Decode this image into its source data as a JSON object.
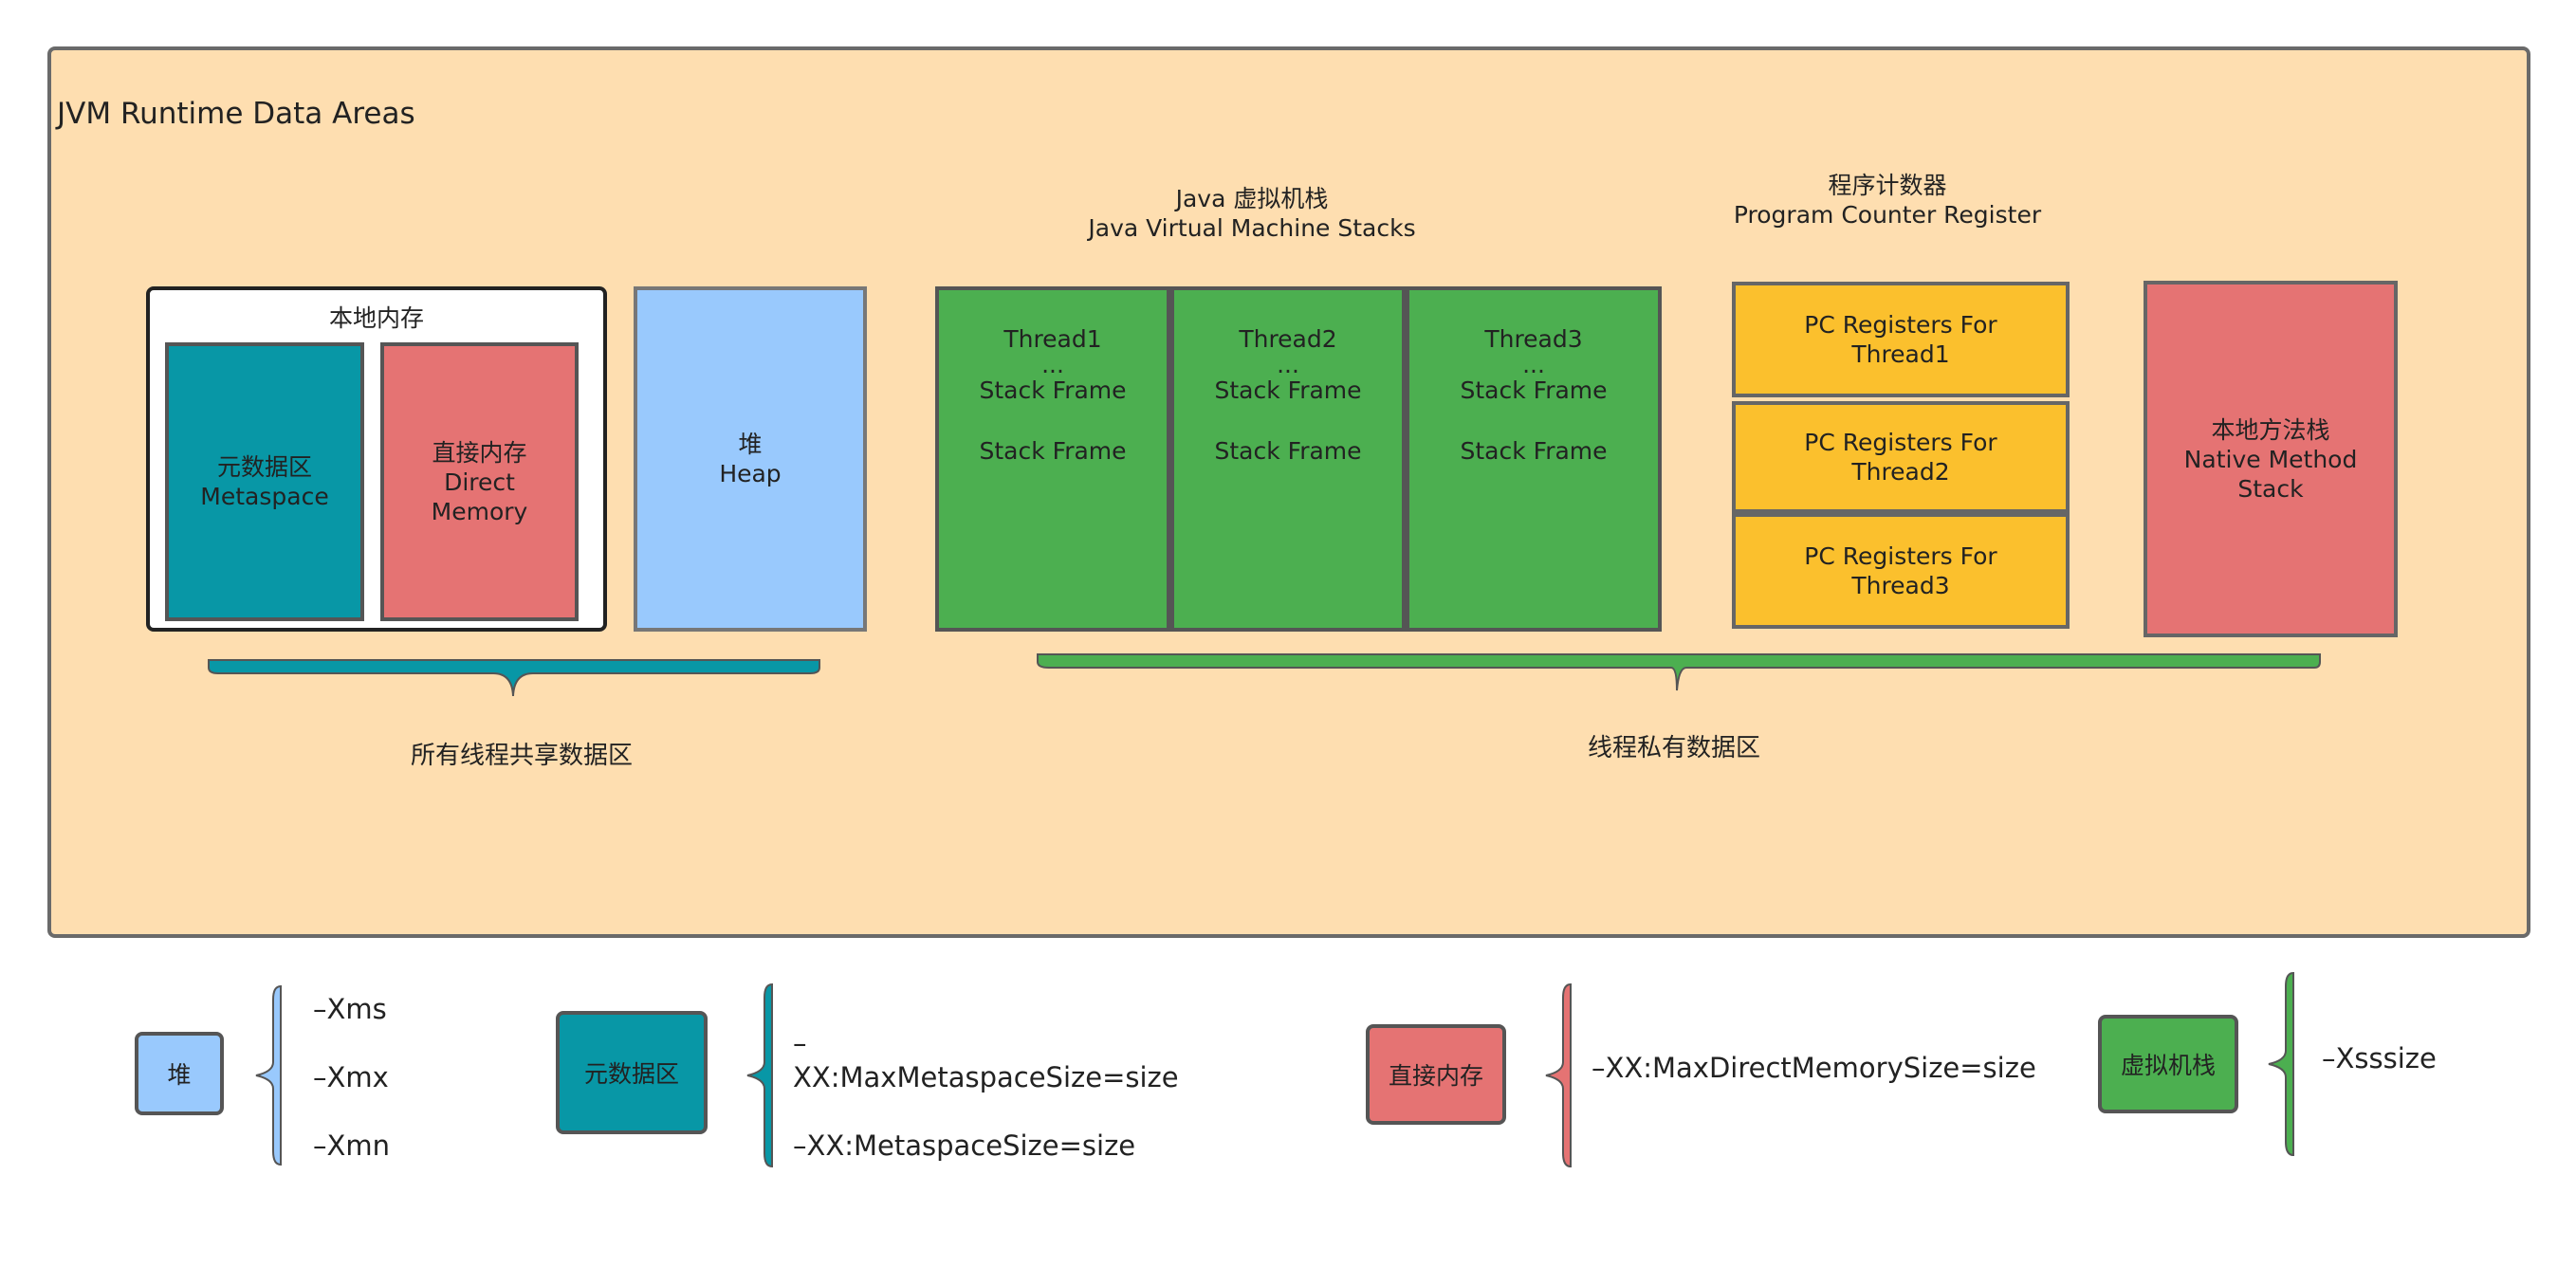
{
  "diagram": {
    "title": "JVM Runtime Data Areas",
    "shared": {
      "native_memory_label": "本地内存",
      "metaspace": [
        "元数据区",
        "Metaspace"
      ],
      "direct_memory": [
        "直接内存",
        "Direct",
        "Memory"
      ],
      "heap": [
        "堆",
        "Heap"
      ],
      "bracket_label": "所有线程共享数据区"
    },
    "vm_stacks": {
      "header": [
        "Java 虚拟机栈",
        "Java Virtual Machine Stacks"
      ],
      "threads": [
        {
          "name": "Thread1",
          "dots": "...",
          "frame1": "Stack Frame",
          "frame2": "Stack Frame"
        },
        {
          "name": "Thread2",
          "dots": "...",
          "frame1": "Stack Frame",
          "frame2": "Stack Frame"
        },
        {
          "name": "Thread3",
          "dots": "...",
          "frame1": "Stack Frame",
          "frame2": "Stack Frame"
        }
      ]
    },
    "pc": {
      "header": [
        "程序计数器",
        "Program Counter Register"
      ],
      "registers": [
        [
          "PC Registers For",
          "Thread1"
        ],
        [
          "PC Registers For",
          "Thread2"
        ],
        [
          "PC Registers For",
          "Thread3"
        ]
      ]
    },
    "native_stack": [
      "本地方法栈",
      "Native Method",
      "Stack"
    ],
    "private_bracket_label": "线程私有数据区"
  },
  "legend": {
    "heap": {
      "box": "堆",
      "options": [
        "–Xms",
        "–Xmx",
        "–Xmn"
      ]
    },
    "metaspace": {
      "box": "元数据区",
      "options": [
        "–",
        "XX:MaxMetaspaceSize=size",
        "–XX:MetaspaceSize=size"
      ]
    },
    "direct": {
      "box": "直接内存",
      "options": [
        "–XX:MaxDirectMemorySize=size"
      ]
    },
    "vmstack": {
      "box": "虚拟机栈",
      "options": [
        "–Xsssize"
      ]
    }
  },
  "colors": {
    "background": "#fedeb0",
    "metaspace": "#0897a6",
    "direct_memory": "#e57373",
    "heap": "#99c9fd",
    "vm_stack": "#4caf50",
    "pc_register": "#fbc02d",
    "native_stack": "#e57373",
    "border": "#616161"
  }
}
